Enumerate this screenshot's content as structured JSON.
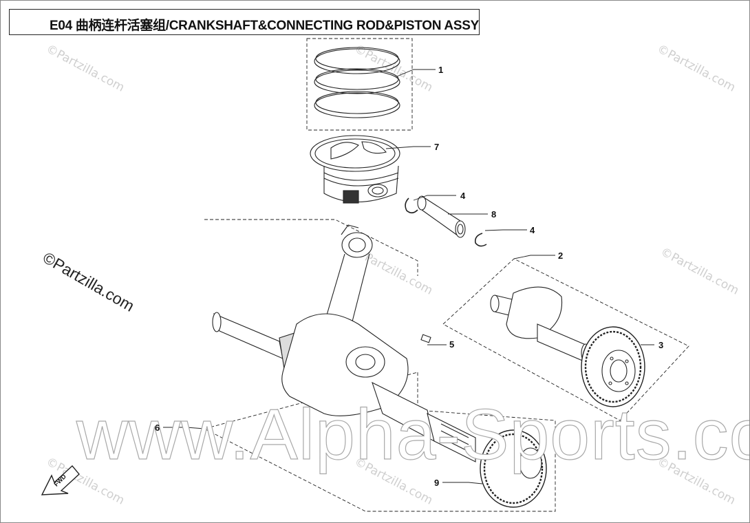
{
  "title": "E04 曲柄连杆活塞组/CRANKSHAFT&CONNECTING ROD&PISTON ASSY",
  "watermarks": {
    "small": "©Partzilla.com",
    "copyright": "©Partzilla.com",
    "site": "www.Alpha-Sports.com"
  },
  "fwd_label": "FWD",
  "callouts": {
    "c1": "1",
    "c7": "7",
    "c4a": "4",
    "c8": "8",
    "c4b": "4",
    "c2": "2",
    "c5": "5",
    "c3": "3",
    "c6": "6",
    "c9": "9"
  },
  "parts": [
    {
      "label": "1",
      "name": "piston-ring-set"
    },
    {
      "label": "2",
      "name": "balance-shaft"
    },
    {
      "label": "3",
      "name": "balance-shaft-driven-gear"
    },
    {
      "label": "4",
      "name": "piston-pin-circlip"
    },
    {
      "label": "5",
      "name": "woodruff-key"
    },
    {
      "label": "6",
      "name": "crankshaft-assy"
    },
    {
      "label": "7",
      "name": "piston"
    },
    {
      "label": "8",
      "name": "piston-pin"
    },
    {
      "label": "9",
      "name": "balance-drive-gear"
    }
  ]
}
